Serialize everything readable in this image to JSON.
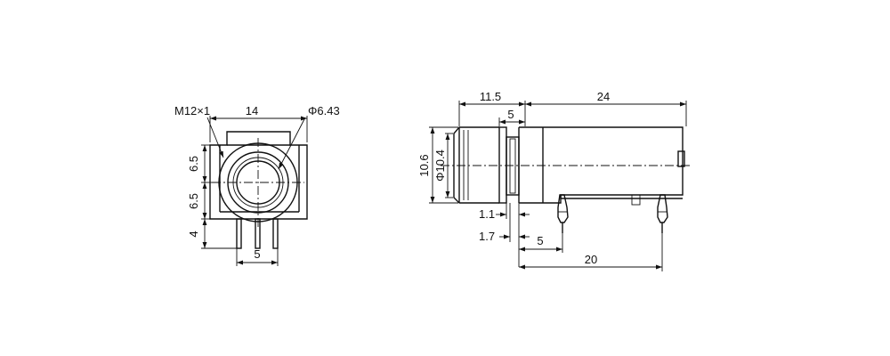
{
  "front_view": {
    "thread_label": "M12×1",
    "width_dim": "14",
    "hole_dim": "Φ6.43",
    "upper_half_dim": "6.5",
    "lower_half_dim": "6.5",
    "pin_length_dim": "4",
    "pin_pitch_dim": "5"
  },
  "side_view": {
    "nose_length_dim": "11.5",
    "body_length_dim": "24",
    "flange_offset_dim": "5",
    "outer_height_dim": "10.6",
    "bore_dim": "Φ10.4",
    "slot_dim_a": "1.1",
    "slot_dim_b": "1.7",
    "pin_offset_dim": "5",
    "pin_span_dim": "20"
  }
}
